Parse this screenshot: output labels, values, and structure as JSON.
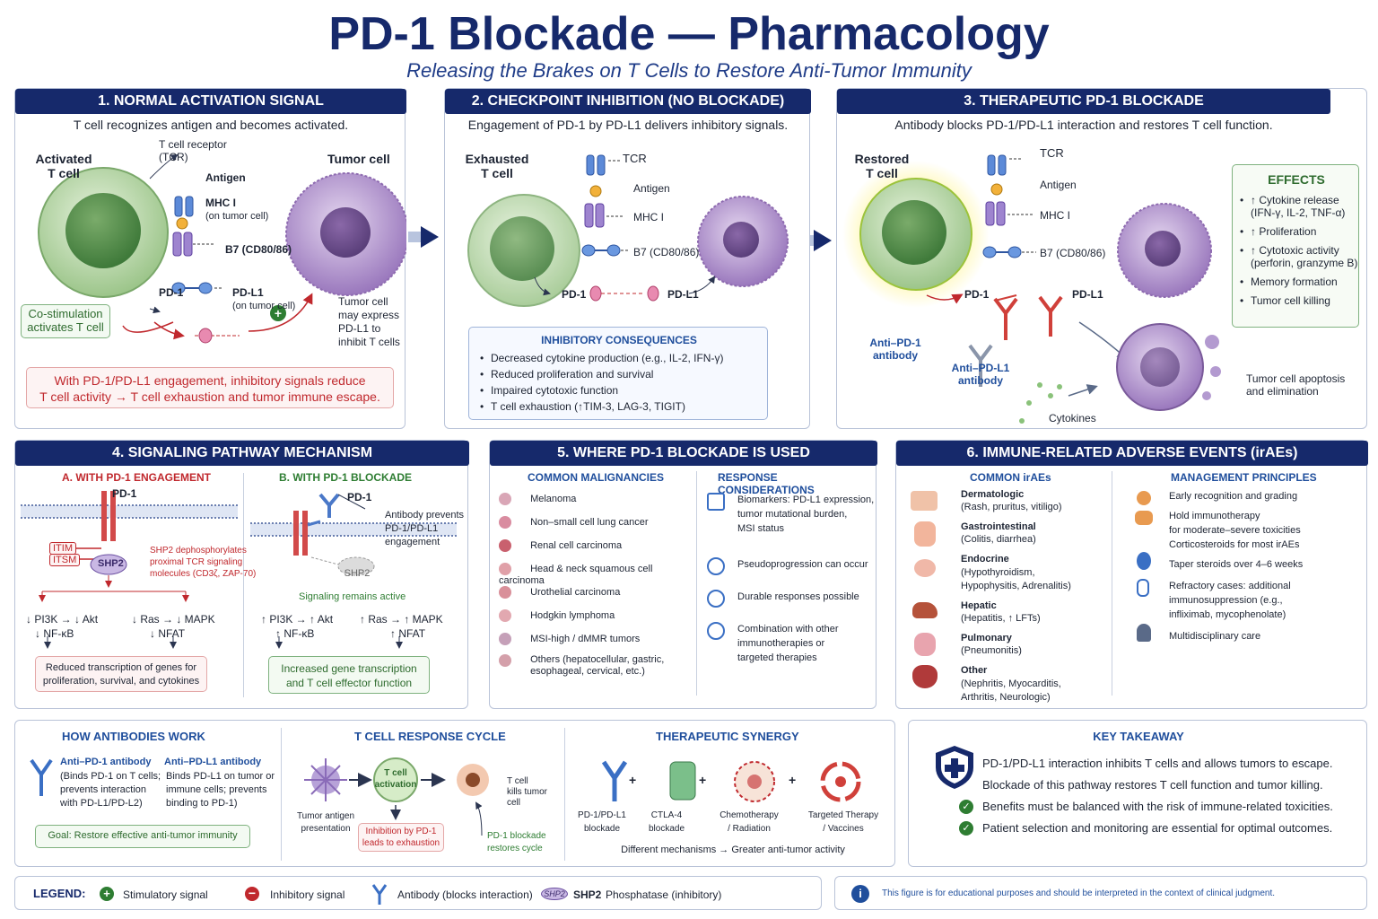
{
  "header": {
    "title": "PD-1 Blockade — Pharmacology",
    "subtitle": "Releasing the Brakes on T Cells to Restore Anti-Tumor Immunity"
  },
  "p1": {
    "heading": "1. NORMAL ACTIVATION SIGNAL",
    "desc": "T cell recognizes antigen and becomes activated.",
    "tcell_label": "Activated\nT cell",
    "tumor_label": "Tumor cell",
    "tcr": "T cell receptor\n(TCR)",
    "antigen": "Antigen",
    "mhc": "MHC I",
    "mhc_sub": "(on tumor cell)",
    "b7": "B7 (CD80/86)",
    "pd1": "PD-1",
    "pdl1": "PD-L1",
    "pdl1_sub": "(on tumor cell)",
    "costim": "Co-stimulation\nactivates T cell",
    "tumor_note": "Tumor cell\nmay express\nPD-L1 to\ninhibit T cells",
    "warning": "With PD-1/PD-L1 engagement, inhibitory signals reduce\nT cell activity → T cell exhaustion and tumor immune escape."
  },
  "p2": {
    "heading": "2. CHECKPOINT INHIBITION (NO BLOCKADE)",
    "desc": "Engagement of PD-1 by PD-L1 delivers inhibitory signals.",
    "tcell_label": "Exhausted\nT cell",
    "tcr": "TCR",
    "antigen": "Antigen",
    "mhc": "MHC I",
    "b7": "B7 (CD80/86)",
    "pd1": "PD-1",
    "pdl1": "PD-L1",
    "cons_title": "INHIBITORY CONSEQUENCES",
    "cons": [
      "Decreased cytokine production (e.g., IL-2, IFN-γ)",
      "Reduced proliferation and survival",
      "Impaired cytotoxic function",
      "T cell exhaustion (↑TIM-3, LAG-3, TIGIT)"
    ]
  },
  "p3": {
    "heading": "3. THERAPEUTIC PD-1 BLOCKADE",
    "desc": "Antibody blocks PD-1/PD-L1 interaction and restores T cell function.",
    "tcell_label": "Restored\nT cell",
    "tcr": "TCR",
    "antigen": "Antigen",
    "mhc": "MHC I",
    "b7": "B7 (CD80/86)",
    "pd1": "PD-1",
    "pdl1": "PD-L1",
    "anti_pd1": "Anti–PD-1\nantibody",
    "anti_pdl1": "Anti–PD-L1\nantibody",
    "cytokines": "Cytokines",
    "apoptosis": "Tumor cell apoptosis\nand elimination",
    "effects_title": "EFFECTS",
    "effects": [
      "↑ Cytokine release\n(IFN-γ, IL-2, TNF-α)",
      "↑ Proliferation",
      "↑ Cytotoxic activity\n(perforin, granzyme B)",
      "Memory formation",
      "Tumor cell killing"
    ]
  },
  "p4": {
    "heading": "4. SIGNALING PATHWAY MECHANISM",
    "a_title": "A. WITH PD-1 ENGAGEMENT",
    "b_title": "B. WITH PD-1 BLOCKADE",
    "pd1": "PD-1",
    "itim": "ITIM",
    "itsm": "ITSM",
    "shp2": "SHP2",
    "shp2_note": "SHP2 dephosphorylates\nproximal TCR signaling\nmolecules (CD3ζ, ZAP-70)",
    "a_pi3k": "↓ PI3K → ↓ Akt",
    "a_ras": "↓ Ras → ↓ MAPK",
    "a_nfkb": "↓ NF-κB",
    "a_nfat": "↓ NFAT",
    "a_result": "Reduced transcription of genes for\nproliferation, survival, and cytokines",
    "b_pd1": "PD-1",
    "b_note": "Antibody prevents\nPD-1/PD-L1\nengagement",
    "b_shp2": "SHP2",
    "b_active": "Signaling remains active",
    "b_pi3k": "↑ PI3K → ↑ Akt",
    "b_ras": "↑ Ras → ↑ MAPK",
    "b_nfkb": "↑ NF-κB",
    "b_nfat": "↑ NFAT",
    "b_result": "Increased gene transcription\nand T cell effector function"
  },
  "p5": {
    "heading": "5. WHERE PD-1 BLOCKADE IS USED",
    "mal_title": "COMMON MALIGNANCIES",
    "malignancies": [
      "Melanoma",
      "Non–small cell lung cancer",
      "Renal cell carcinoma",
      "Head & neck squamous cell carcinoma",
      "Urothelial carcinoma",
      "Hodgkin lymphoma",
      "MSI-high / dMMR tumors",
      "Others (hepatocellular, gastric,\nesophageal, cervical, etc.)"
    ],
    "resp_title": "RESPONSE CONSIDERATIONS",
    "responses": [
      "Biomarkers: PD-L1 expression,\ntumor mutational burden,\nMSI status",
      "Pseudoprogression can occur",
      "Durable responses possible",
      "Combination with other\nimmunotherapies or\ntargeted therapies"
    ]
  },
  "p6": {
    "heading": "6. IMMUNE-RELATED ADVERSE EVENTS (irAEs)",
    "common_title": "COMMON irAEs",
    "irae": [
      {
        "name": "Dermatologic",
        "detail": "(Rash, pruritus, vitiligo)"
      },
      {
        "name": "Gastrointestinal",
        "detail": "(Colitis, diarrhea)"
      },
      {
        "name": "Endocrine",
        "detail": "(Hypothyroidism,\nHypophysitis, Adrenalitis)"
      },
      {
        "name": "Hepatic",
        "detail": "(Hepatitis, ↑ LFTs)"
      },
      {
        "name": "Pulmonary",
        "detail": "(Pneumonitis)"
      },
      {
        "name": "Other",
        "detail": "(Nephritis, Myocarditis,\nArthritis, Neurologic)"
      }
    ],
    "mgmt_title": "MANAGEMENT PRINCIPLES",
    "mgmt": [
      "Early recognition and grading",
      "Hold immunotherapy\nfor moderate–severe toxicities",
      "Corticosteroids for most irAEs",
      "Taper steroids over 4–6 weeks",
      "Refractory cases: additional\nimmunosuppression (e.g.,\ninfliximab, mycophenolate)",
      "Multidisciplinary care"
    ]
  },
  "bottom": {
    "how_title": "HOW ANTIBODIES WORK",
    "ab1_name": "Anti–PD-1 antibody",
    "ab1_desc": "(Binds PD-1 on T cells;\nprevents interaction\nwith PD-L1/PD-L2)",
    "ab2_name": "Anti–PD-L1 antibody",
    "ab2_desc": "Binds PD-L1 on tumor or\nimmune cells; prevents\nbinding to PD-1)",
    "goal": "Goal: Restore effective anti-tumor immunity",
    "cycle_title": "T CELL RESPONSE CYCLE",
    "cycle_apc": "Tumor antigen\npresentation",
    "cycle_act": "T cell\nactivation",
    "cycle_kill": "T cell\nkills tumor\ncell",
    "cycle_inhib": "Inhibition by PD-1\nleads to exhaustion",
    "cycle_restore": "PD-1 blockade\nrestores cycle",
    "syn_title": "THERAPEUTIC SYNERGY",
    "syn_items": [
      "PD-1/PD-L1\nblockade",
      "CTLA-4\nblockade",
      "Chemotherapy\n/ Radiation",
      "Targeted Therapy\n/ Vaccines"
    ],
    "syn_plus": "+",
    "syn_note": "Different mechanisms → Greater anti-tumor activity",
    "key_title": "KEY TAKEAWAY",
    "key1": "PD-1/PD-L1 interaction inhibits T cells and allows tumors to escape.",
    "key2": "Blockade of this pathway restores T cell function and tumor killing.",
    "key3": "Benefits must be balanced with the risk of immune-related toxicities.",
    "key4": "Patient selection and monitoring are essential for optimal outcomes."
  },
  "legend": {
    "title": "LEGEND:",
    "stim": "Stimulatory signal",
    "inhib": "Inhibitory signal",
    "ab": "Antibody (blocks interaction)",
    "shp2_icon": "SHP2",
    "shp2": "SHP2",
    "shp2_desc": "Phosphatase (inhibitory)",
    "disclaimer": "This figure is for educational purposes and should be interpreted in the context of clinical judgment."
  },
  "colors": {
    "navy": "#16296b",
    "tcell_green": "#8fbf7f",
    "tumor_purple": "#a98bc4",
    "inhibitory_red": "#c0282d",
    "receptor_blue": "#3a6fc4"
  }
}
